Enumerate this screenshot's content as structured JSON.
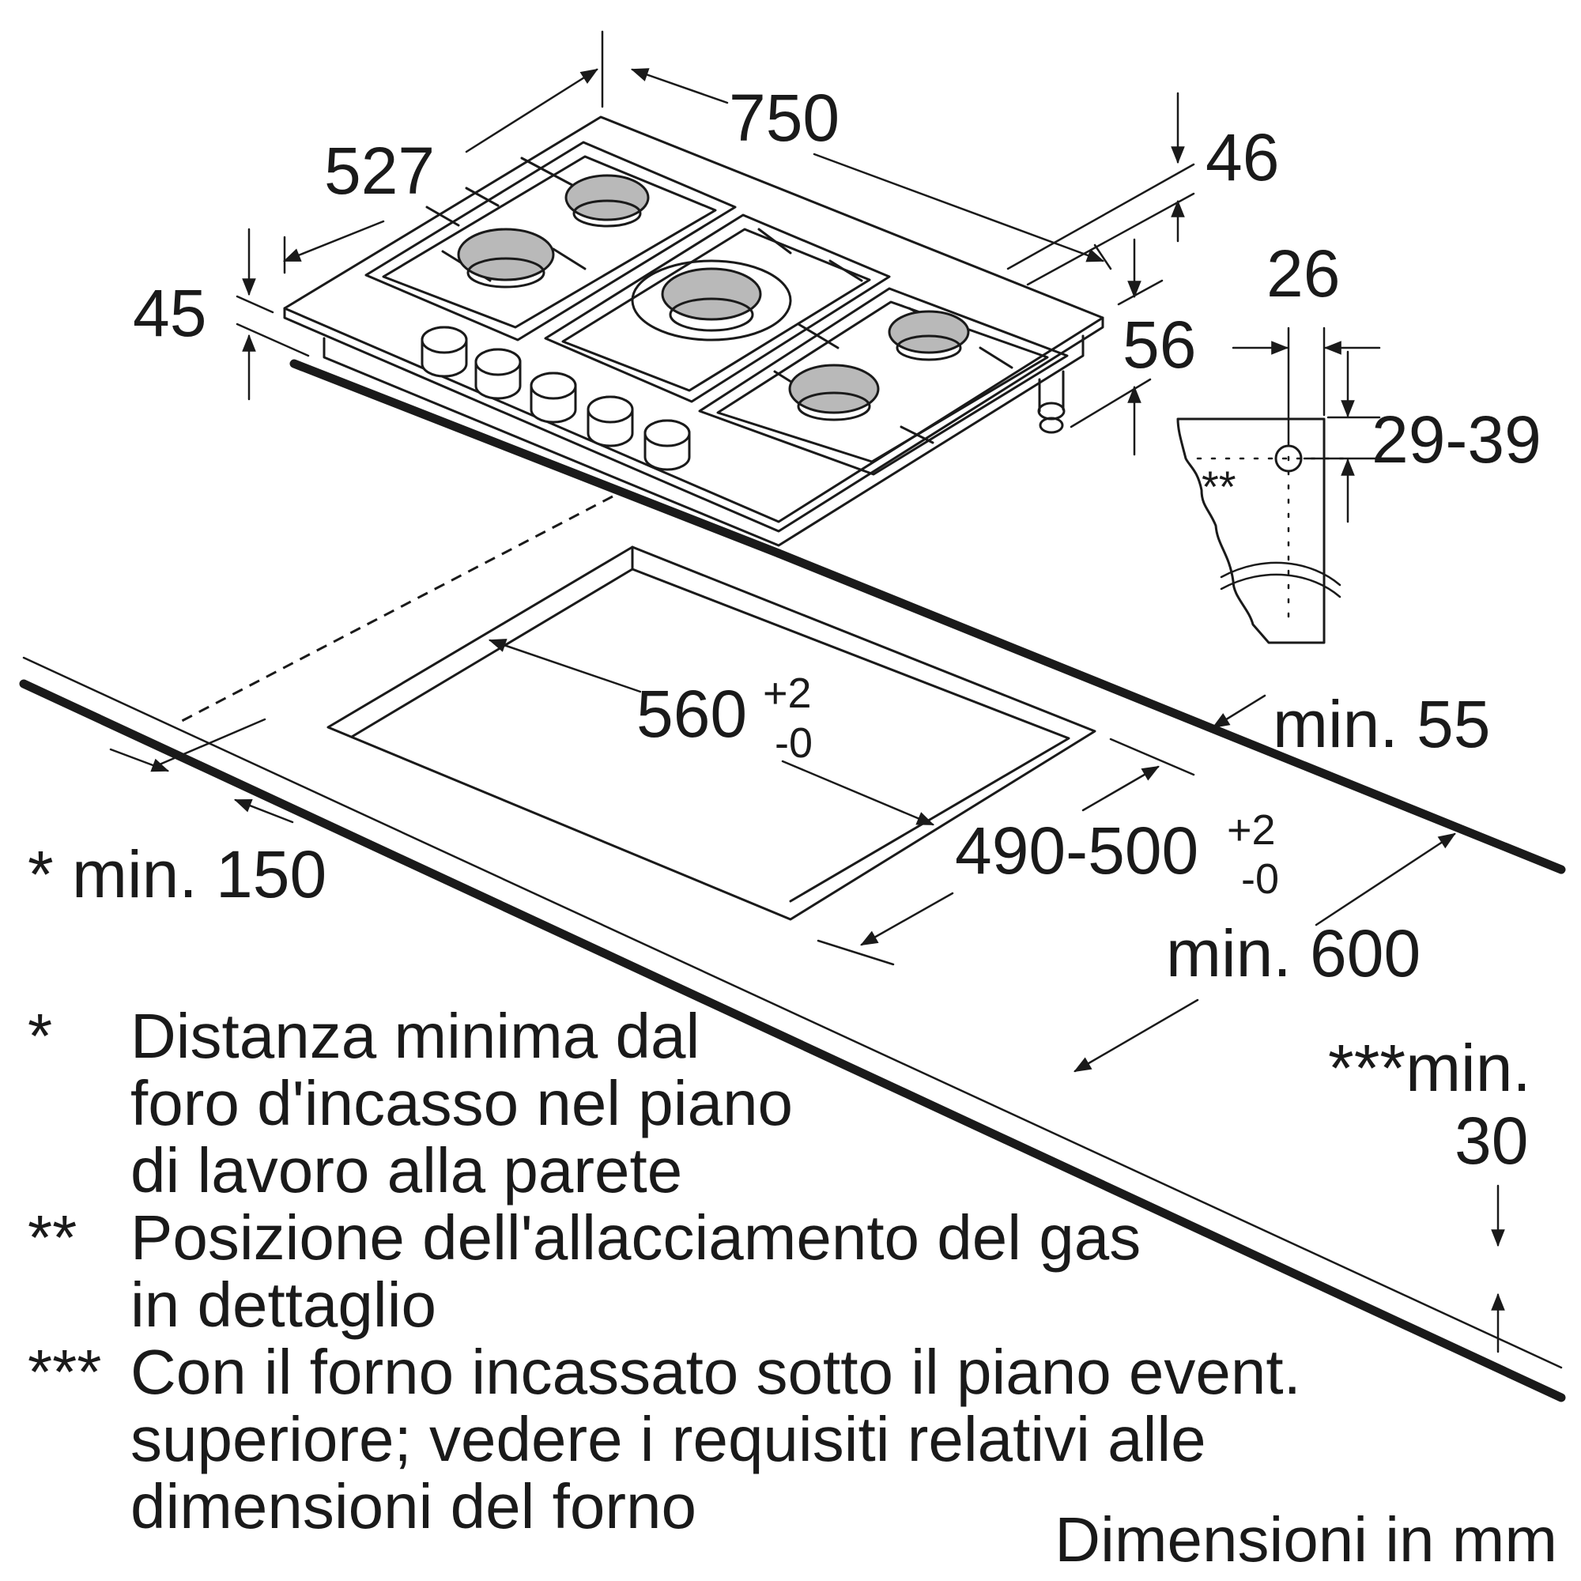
{
  "dimensions": {
    "width": "750",
    "depth": "527",
    "height_front": "45",
    "height_top": "46",
    "height_feet": "56",
    "gas_offset": "26",
    "gas_height": "29-39",
    "gas_marker": "**",
    "cutout_width_main": "560",
    "cutout_width_tol_upper": "+2",
    "cutout_width_tol_lower": "-0",
    "cutout_depth_main": "490-500",
    "cutout_depth_tol_upper": "+2",
    "cutout_depth_tol_lower": "-0",
    "min_back": "min. 55",
    "min_wall": "* min. 150",
    "min_depth": "min. 600",
    "min_oven_line1": "***min.",
    "min_oven_line2": "30"
  },
  "notes": [
    {
      "marker": "*",
      "lines": [
        "Distanza minima dal",
        "foro d'incasso nel piano",
        "di lavoro alla parete"
      ]
    },
    {
      "marker": "**",
      "lines": [
        "Posizione dell'allacciamento del gas",
        "in dettaglio"
      ]
    },
    {
      "marker": "***",
      "lines": [
        "Con il forno incassato sotto il piano event.",
        "superiore; vedere i requisiti relativi alle",
        "dimensioni del forno"
      ]
    }
  ],
  "units": "Dimensioni in mm"
}
